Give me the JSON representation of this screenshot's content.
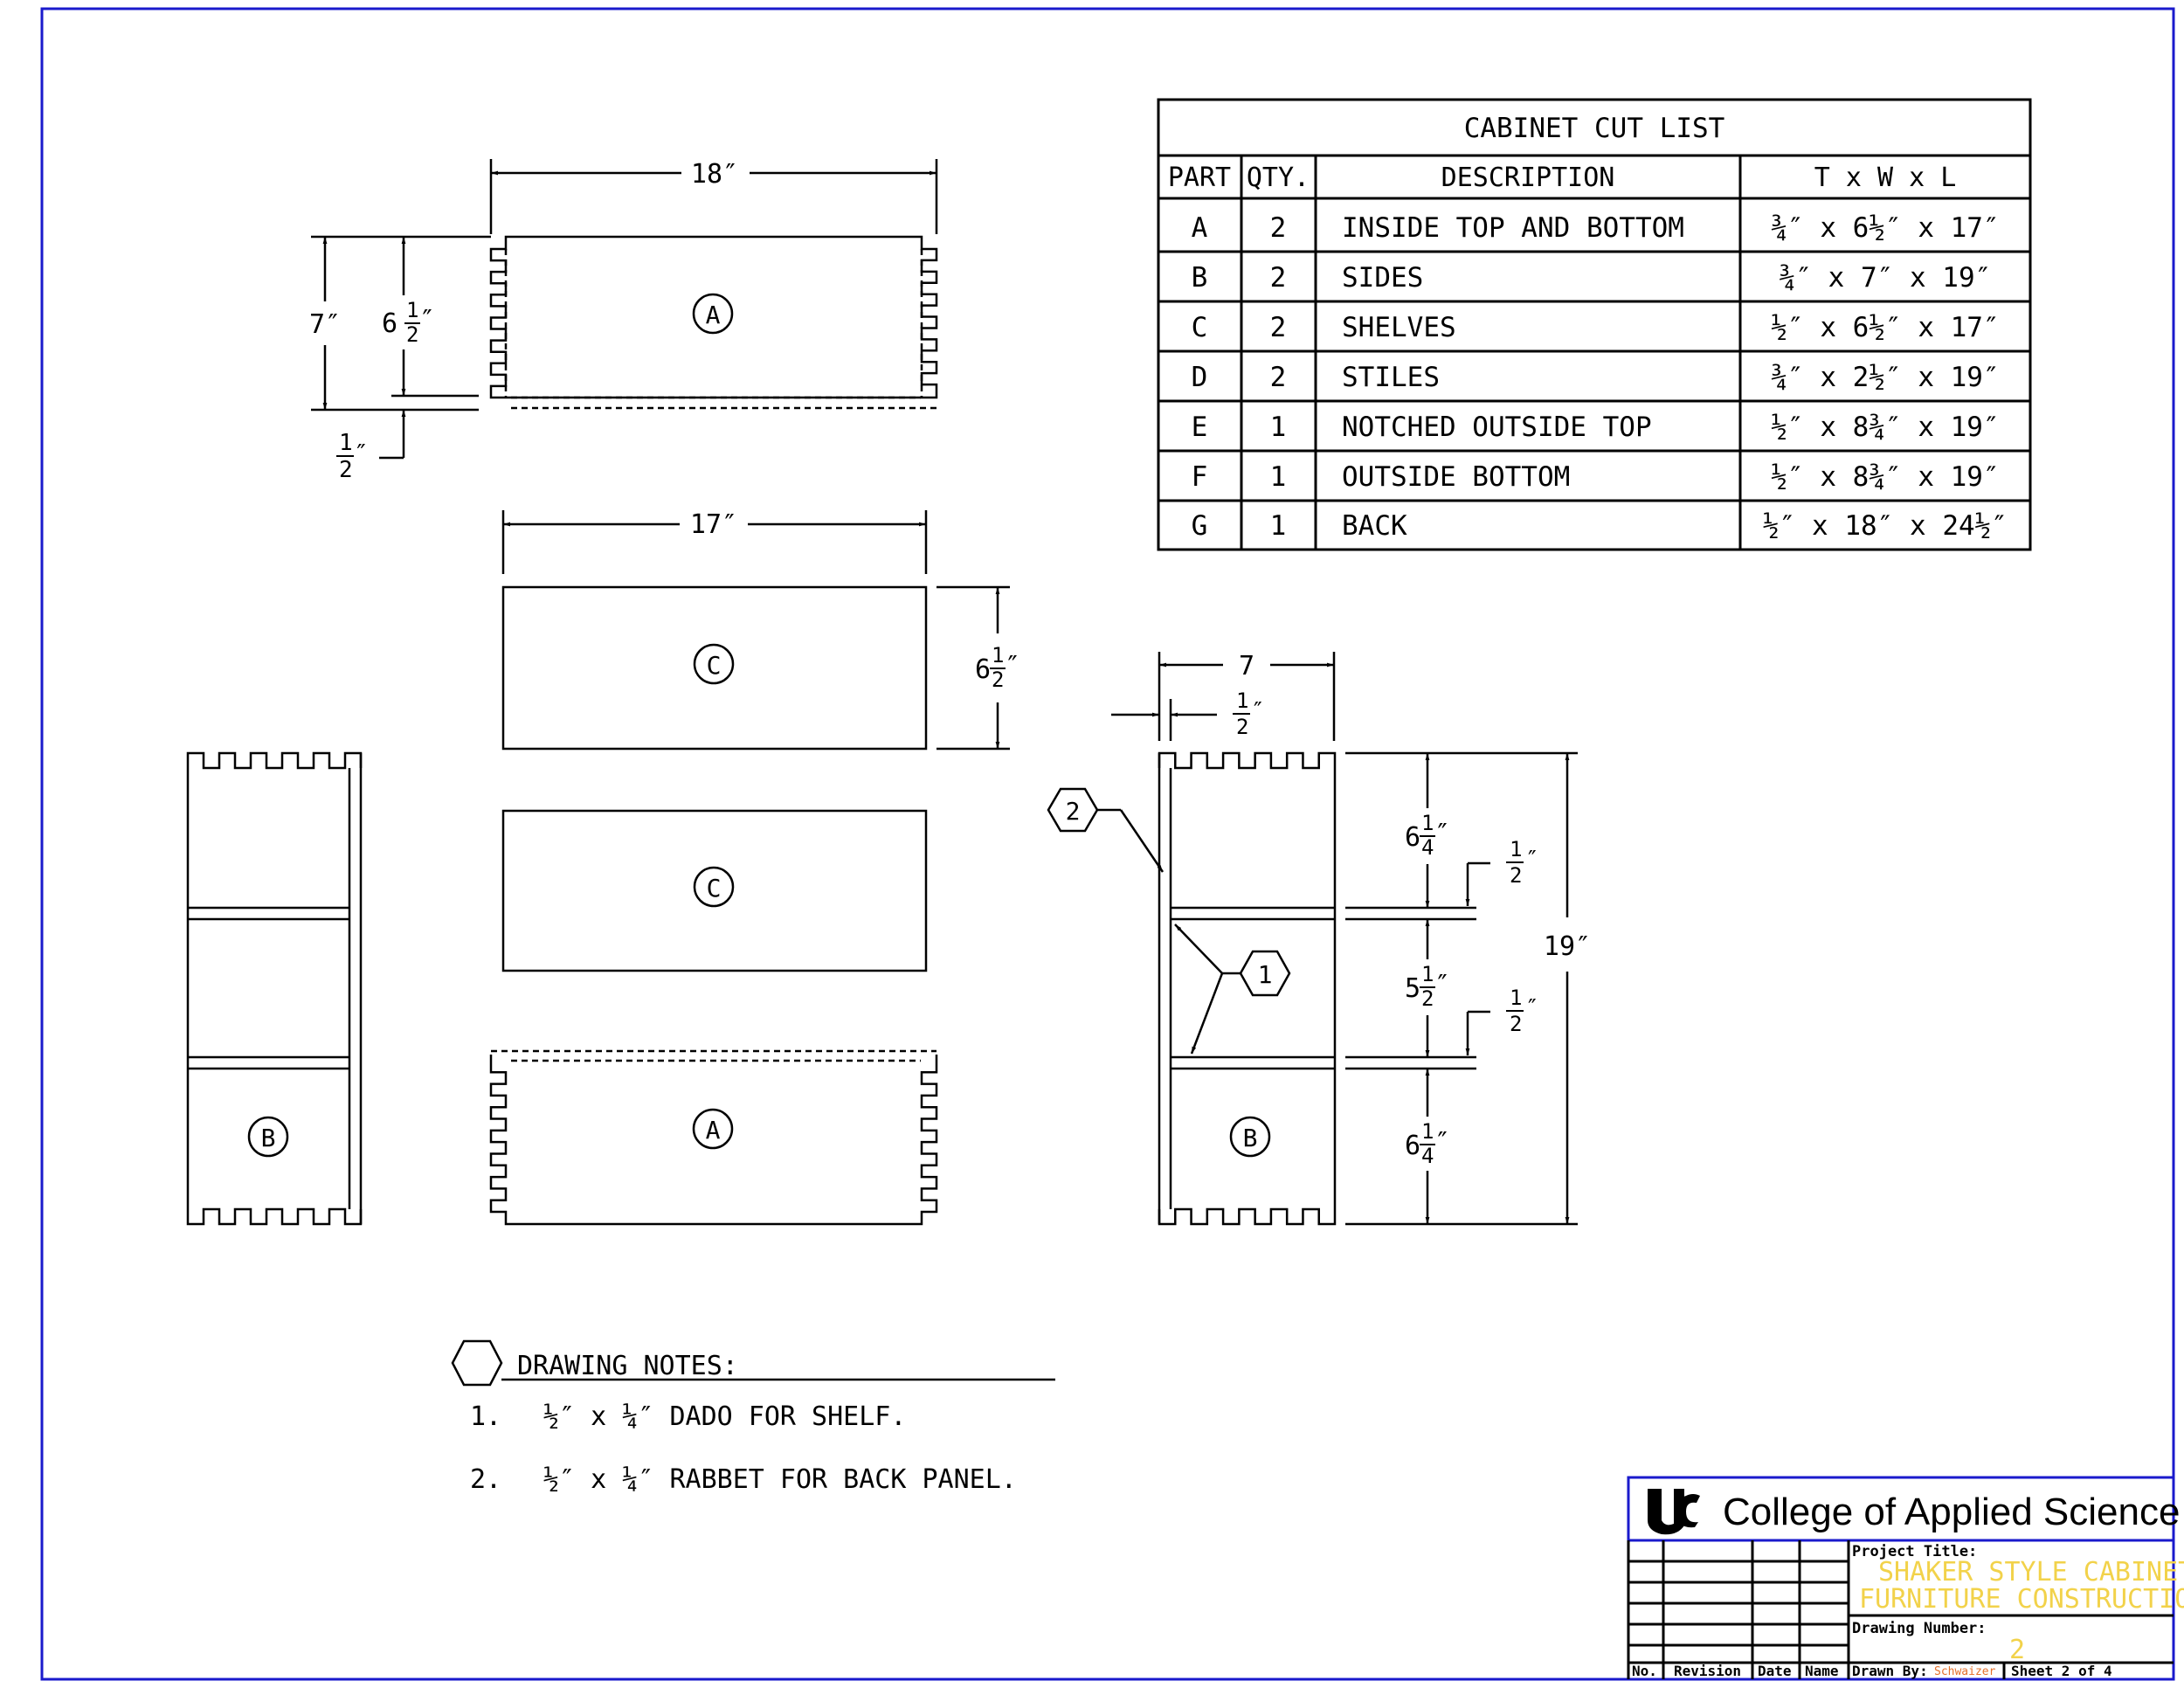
{
  "cut_list": {
    "title": "CABINET CUT LIST",
    "headers": [
      "PART",
      "QTY.",
      "DESCRIPTION",
      "T x W x L"
    ],
    "rows": [
      [
        "A",
        "2",
        "INSIDE TOP AND BOTTOM",
        "¾″ x 6½″ x 17″"
      ],
      [
        "B",
        "2",
        "SIDES",
        "¾″ x 7″ x 19″"
      ],
      [
        "C",
        "2",
        "SHELVES",
        "½″ x 6½″ x 17″"
      ],
      [
        "D",
        "2",
        "STILES",
        "¾″ x 2½″ x 19″"
      ],
      [
        "E",
        "1",
        "NOTCHED OUTSIDE TOP",
        "½″ x 8¾″ x 19″"
      ],
      [
        "F",
        "1",
        "OUTSIDE BOTTOM",
        "½″ x 8¾″ x 19″"
      ],
      [
        "G",
        "1",
        "BACK",
        "½″ x 18″ x 24½″"
      ]
    ]
  },
  "dims": {
    "a_width": "18″",
    "a_height": "7″",
    "a_inner": "6",
    "half": "½″",
    "c_width": "17″",
    "c_depth": "6",
    "side_width": "7",
    "side_height": "19″",
    "bay_top": "6",
    "bay_mid": "5",
    "bay_bot": "6",
    "frac_half_num": "1",
    "frac_half_den": "2",
    "frac_quarter_num": "1",
    "frac_quarter_den": "4",
    "inch": "″"
  },
  "part_labels": {
    "a": "A",
    "b": "B",
    "c": "C"
  },
  "callouts": {
    "one": "1",
    "two": "2"
  },
  "notes": {
    "heading": "DRAWING NOTES:",
    "items": [
      {
        "num": "1.",
        "text": "½″ x ¼″ DADO FOR SHELF."
      },
      {
        "num": "2.",
        "text": "½″ x ¼″ RABBET FOR BACK PANEL."
      }
    ]
  },
  "title_block": {
    "school": "College of Applied Science",
    "project_label": "Project Title:",
    "project_line1": "SHAKER STYLE CABINET",
    "project_line2": "FURNITURE CONSTRUCTION",
    "drawing_number_label": "Drawing Number:",
    "drawing_number": "2",
    "col_no": "No.",
    "col_revision": "Revision",
    "col_date": "Date",
    "col_name": "Name",
    "drawn_by_label": "Drawn By:",
    "drawn_by": "Schwaizer",
    "sheet": "Sheet 2 of 4"
  },
  "colors": {
    "border": "#1a1acc",
    "title_yellow": "#f2d24a",
    "drawn_by": "#e5702a"
  }
}
